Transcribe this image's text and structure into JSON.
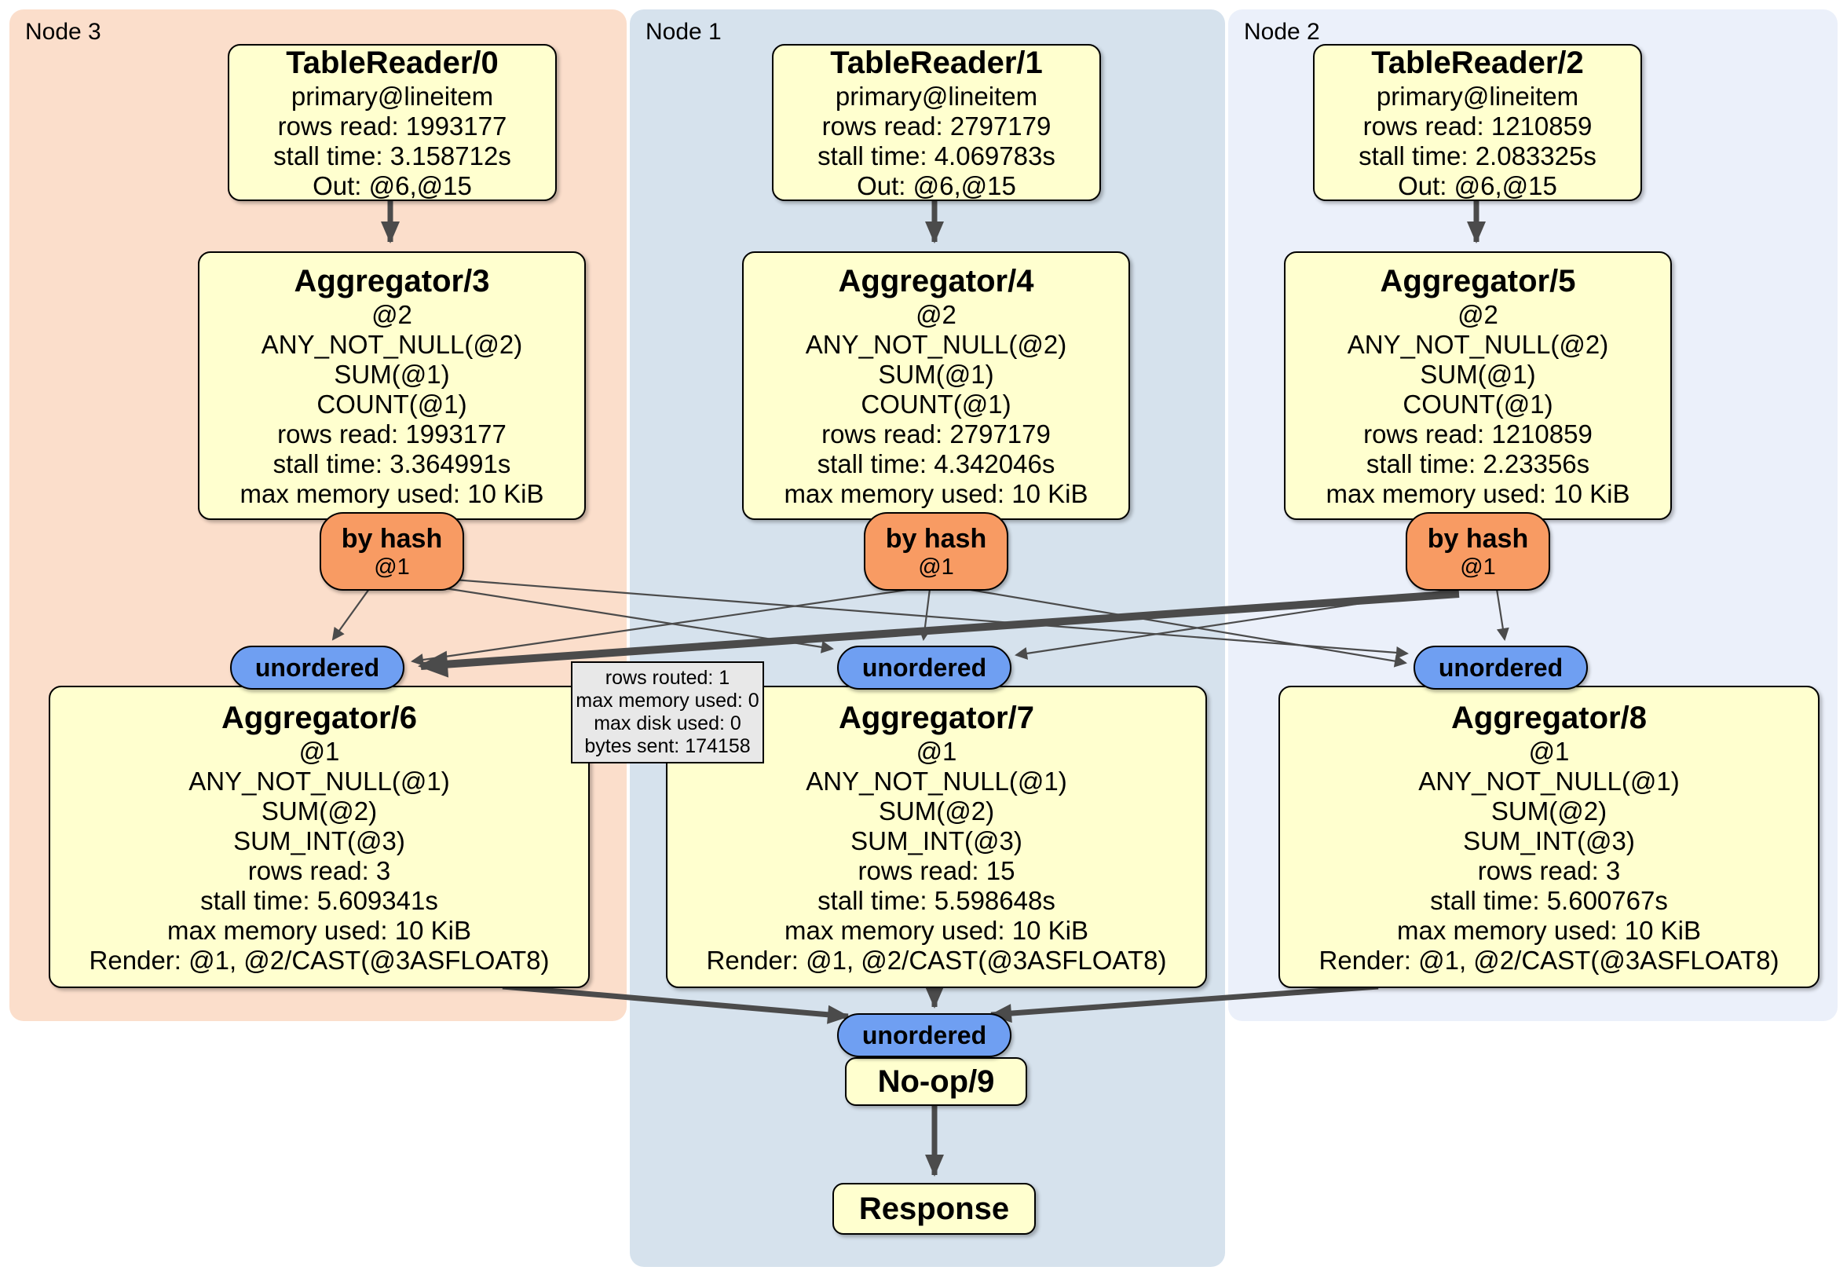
{
  "regions": [
    {
      "label": "Node 3"
    },
    {
      "label": "Node 1"
    },
    {
      "label": "Node 2"
    }
  ],
  "table_readers": [
    {
      "title": "TableReader/0",
      "lines": [
        "primary@lineitem",
        "rows read: 1993177",
        "stall time: 3.158712s",
        "Out: @6,@15"
      ]
    },
    {
      "title": "TableReader/1",
      "lines": [
        "primary@lineitem",
        "rows read: 2797179",
        "stall time: 4.069783s",
        "Out: @6,@15"
      ]
    },
    {
      "title": "TableReader/2",
      "lines": [
        "primary@lineitem",
        "rows read: 1210859",
        "stall time: 2.083325s",
        "Out: @6,@15"
      ]
    }
  ],
  "stage1_aggregators": [
    {
      "title": "Aggregator/3",
      "lines": [
        "@2",
        "ANY_NOT_NULL(@2)",
        "SUM(@1)",
        "COUNT(@1)",
        "rows read: 1993177",
        "stall time: 3.364991s",
        "max memory used: 10 KiB"
      ]
    },
    {
      "title": "Aggregator/4",
      "lines": [
        "@2",
        "ANY_NOT_NULL(@2)",
        "SUM(@1)",
        "COUNT(@1)",
        "rows read: 2797179",
        "stall time: 4.342046s",
        "max memory used: 10 KiB"
      ]
    },
    {
      "title": "Aggregator/5",
      "lines": [
        "@2",
        "ANY_NOT_NULL(@2)",
        "SUM(@1)",
        "COUNT(@1)",
        "rows read: 1210859",
        "stall time: 2.23356s",
        "max memory used: 10 KiB"
      ]
    }
  ],
  "routers": [
    {
      "label": "by hash",
      "stream": "@1"
    },
    {
      "label": "by hash",
      "stream": "@1"
    },
    {
      "label": "by hash",
      "stream": "@1"
    }
  ],
  "unordered_syncs": [
    {
      "label": "unordered"
    },
    {
      "label": "unordered"
    },
    {
      "label": "unordered"
    },
    {
      "label": "unordered"
    }
  ],
  "stage2_aggregators": [
    {
      "title": "Aggregator/6",
      "lines": [
        "@1",
        "ANY_NOT_NULL(@1)",
        "SUM(@2)",
        "SUM_INT(@3)",
        "rows read: 3",
        "stall time: 5.609341s",
        "max memory used: 10 KiB",
        "Render: @1, @2/CAST(@3ASFLOAT8)"
      ]
    },
    {
      "title": "Aggregator/7",
      "lines": [
        "@1",
        "ANY_NOT_NULL(@1)",
        "SUM(@2)",
        "SUM_INT(@3)",
        "rows read: 15",
        "stall time: 5.598648s",
        "max memory used: 10 KiB",
        "Render: @1, @2/CAST(@3ASFLOAT8)"
      ]
    },
    {
      "title": "Aggregator/8",
      "lines": [
        "@1",
        "ANY_NOT_NULL(@1)",
        "SUM(@2)",
        "SUM_INT(@3)",
        "rows read: 3",
        "stall time: 5.600767s",
        "max memory used: 10 KiB",
        "Render: @1, @2/CAST(@3ASFLOAT8)"
      ]
    }
  ],
  "noop": {
    "title": "No-op/9"
  },
  "response": {
    "title": "Response"
  },
  "tooltip": {
    "lines": [
      "rows routed: 1",
      "max memory used: 0",
      "max disk used: 0",
      "bytes sent: 174158"
    ]
  },
  "colors": {
    "node3_bg": "#fbdecb",
    "node1_bg": "#d6e2ed",
    "node2_bg": "#ebf0fa",
    "box_fill": "#ffffcf",
    "router_fill": "#f89b63",
    "sync_fill": "#6f9ff2",
    "edge": "#4b4b4b",
    "tooltip_bg": "#e8e8e8"
  }
}
